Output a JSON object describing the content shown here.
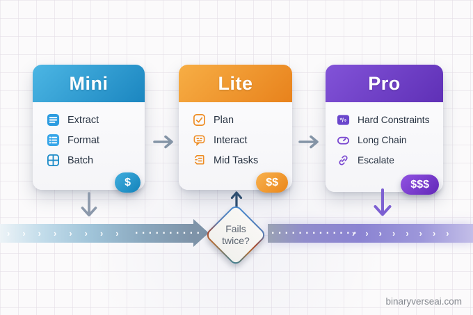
{
  "cards": [
    {
      "title": "Mini",
      "badge": "$",
      "accent": "#2196cd",
      "items": [
        {
          "icon": "text-lines-icon",
          "label": "Extract"
        },
        {
          "icon": "list-icon",
          "label": "Format"
        },
        {
          "icon": "grid-icon",
          "label": "Batch"
        }
      ]
    },
    {
      "title": "Lite",
      "badge": "$$",
      "accent": "#ee8c22",
      "items": [
        {
          "icon": "checkbox-icon",
          "label": "Plan"
        },
        {
          "icon": "chat-bot-icon",
          "label": "Interact"
        },
        {
          "icon": "document-lines-icon",
          "label": "Mid Tasks"
        }
      ]
    },
    {
      "title": "Pro",
      "badge": "$$$",
      "accent": "#6f3fc8",
      "items": [
        {
          "icon": "operators-icon",
          "label": "Hard Constraints",
          "glyph": "*/÷"
        },
        {
          "icon": "loop-icon",
          "label": "Long Chain"
        },
        {
          "icon": "chain-link-icon",
          "label": "Escalate"
        }
      ]
    }
  ],
  "decision": {
    "line1": "Fails",
    "line2": "twice?"
  },
  "flow": {
    "left_chevrons": "››››››››",
    "left_dots": "··········",
    "right_dots": "·············",
    "right_chevrons": "››››››››",
    "left_color": "#7e93a8",
    "right_color": "#8b84d2"
  },
  "watermark": "binaryverseai.com"
}
